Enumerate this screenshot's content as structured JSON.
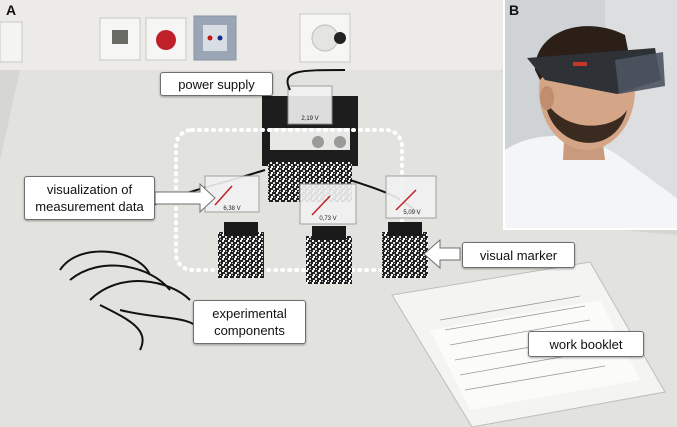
{
  "panels": {
    "a_label": "A",
    "b_label": "B"
  },
  "callouts": {
    "power_supply": "power supply",
    "visualization_line1": "visualization of",
    "visualization_line2": "measurement data",
    "visual_marker": "visual marker",
    "experimental_line1": "experimental",
    "experimental_line2": "components",
    "work_booklet": "work booklet"
  },
  "readouts": {
    "power_display": "2,19 V",
    "meter_left": "6,38 V",
    "meter_center": "0,73 V",
    "meter_right": "5,09 V"
  },
  "colors": {
    "wall": "#ececea",
    "table": "#d9d9d6",
    "callout_border": "#6f6f6f",
    "hololens_accent": "#c0392b"
  }
}
